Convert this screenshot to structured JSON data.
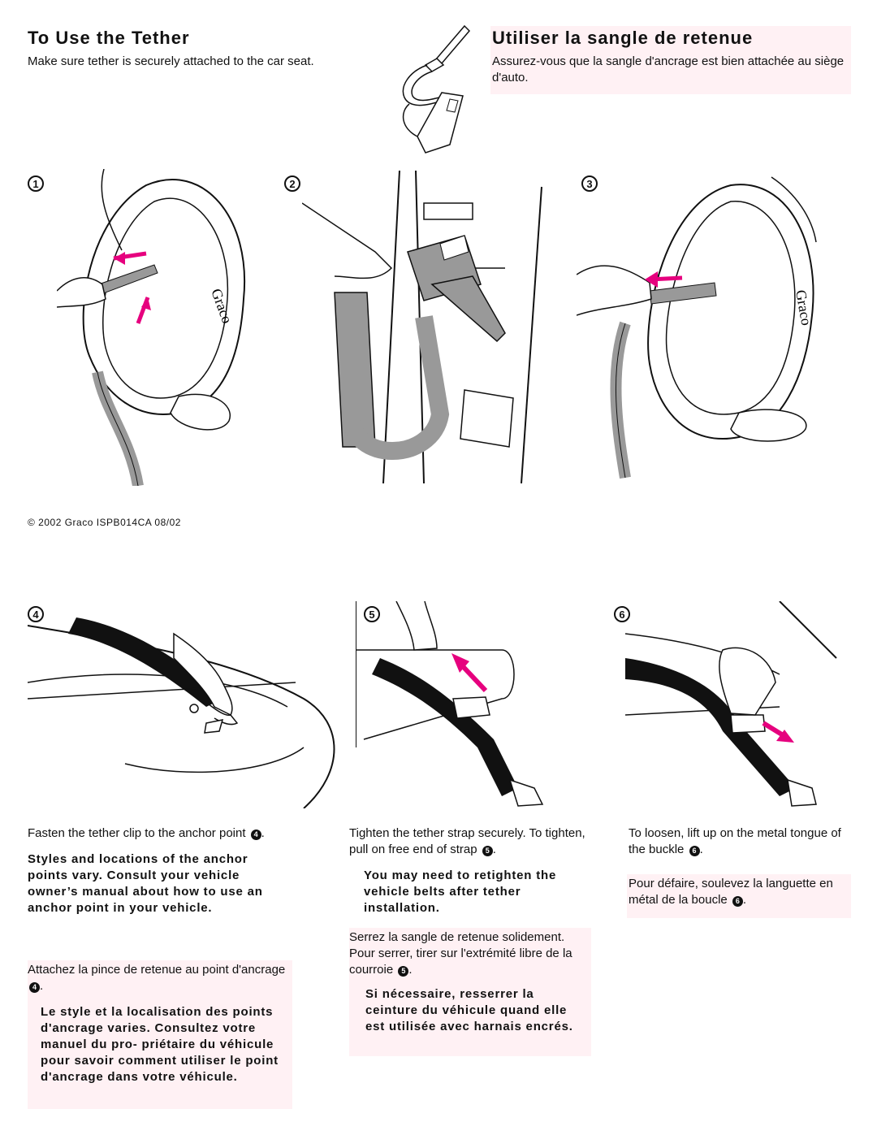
{
  "header": {
    "en_title": "To Use the Tether",
    "en_intro": "Make sure tether is securely attached to the car seat.",
    "fr_title": "Utiliser la sangle de retenue",
    "fr_intro": "Assurez-vous que la sangle d'ancrage est bien attachée au siège d'auto."
  },
  "steps": {
    "s1": "1",
    "s2": "2",
    "s3": "3",
    "s4": "4",
    "s5": "5",
    "s6": "6"
  },
  "copyright": "© 2002 Graco   ISPB014CA    08/02",
  "col1": {
    "text_a": "Fasten the tether clip to the anchor point",
    "ref_a": "4",
    "bold_en": "Styles and locations of the anchor points vary. Consult your vehicle owner’s manual about how to use an anchor point in your vehicle.",
    "fr_text": "Attachez la pince de retenue au point d'ancrage",
    "ref_fr": "4",
    "bold_fr": "Le style et la localisation des points d'ancrage varies. Consultez votre manuel du pro- priétaire du véhicule pour savoir comment utiliser le point d'ancrage dans votre véhicule."
  },
  "col2": {
    "text_a": "Tighten the tether strap securely. To tighten, pull on free end of strap",
    "ref_a": "5",
    "bold_en": "You may need to retighten the vehicle belts after tether installation.",
    "fr_text": "Serrez la sangle de retenue solidement. Pour serrer, tirer sur l'extrémité libre de la courroie",
    "ref_fr": "5",
    "bold_fr": "Si nécessaire, resserrer la ceinture du véhicule quand elle est utilisée avec harnais encrés."
  },
  "col3": {
    "text_a": "To loosen, lift up on the metal tongue of the buckle",
    "ref_a": "6",
    "fr_text": "Pour défaire, soulevez la languette en métal de la boucle",
    "ref_fr": "6"
  },
  "colors": {
    "accent": "#e6007e",
    "fr_background": "#fff1f4",
    "strap": "#9a9a9a"
  }
}
